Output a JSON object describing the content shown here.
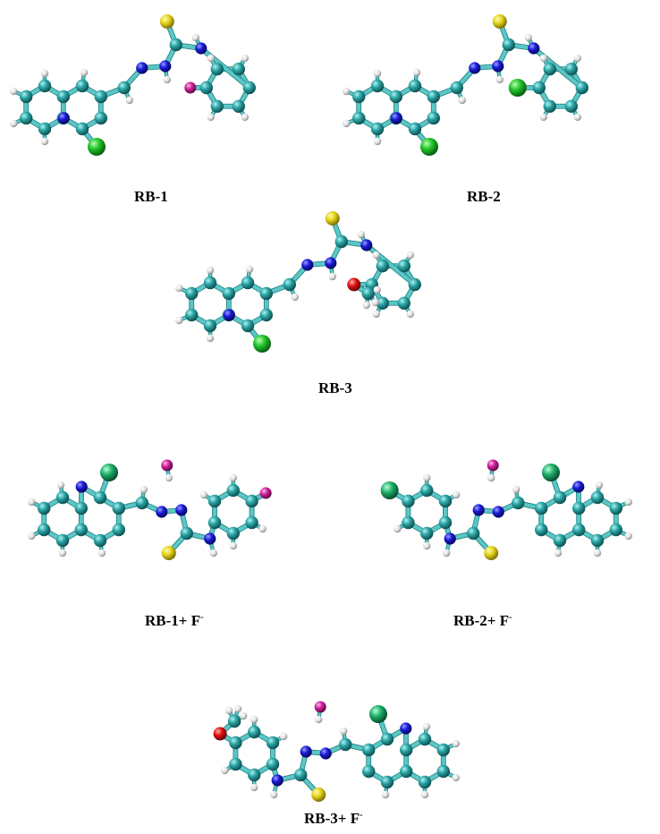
{
  "figure": {
    "panels": [
      {
        "id": "RB-1",
        "label": "RB-1",
        "sup": "",
        "state": "neutral",
        "layout": "right",
        "substituent": "F",
        "sub_color": "#d0209a"
      },
      {
        "id": "RB-2",
        "label": "RB-2",
        "sup": "",
        "state": "neutral",
        "layout": "right",
        "substituent": "Cl",
        "sub_color": "#22c42a"
      },
      {
        "id": "RB-3",
        "label": "RB-3",
        "sup": "",
        "state": "neutral",
        "layout": "right",
        "substituent": "OCH3",
        "sub_color": "#e01010"
      },
      {
        "id": "RB-1-F",
        "label": "RB-1+ F",
        "sup": "-",
        "state": "complex",
        "layout": "left-quinoline",
        "substituent": "F",
        "sub_color": "#d0209a",
        "bound_anion_color": "#d0209a"
      },
      {
        "id": "RB-2-F",
        "label": "RB-2+ F",
        "sup": "-",
        "state": "complex",
        "layout": "right-quinoline",
        "substituent": "Cl",
        "sub_color": "#1fae6a",
        "bound_anion_color": "#d0209a"
      },
      {
        "id": "RB-3-F",
        "label": "RB-3+ F",
        "sup": "-",
        "state": "complex",
        "layout": "right-quinoline",
        "substituent": "OCH3",
        "sub_color": "#e01010",
        "bound_anion_color": "#d0209a"
      }
    ]
  },
  "atom_colors": {
    "C": "#2aa3a3",
    "N": "#1a1ad8",
    "S": "#e6d51e",
    "H": "#e8e8e8",
    "Cl_neutral": "#22c42a",
    "Cl_complex": "#1fae6a",
    "F": "#d0209a",
    "O": "#e01010"
  }
}
